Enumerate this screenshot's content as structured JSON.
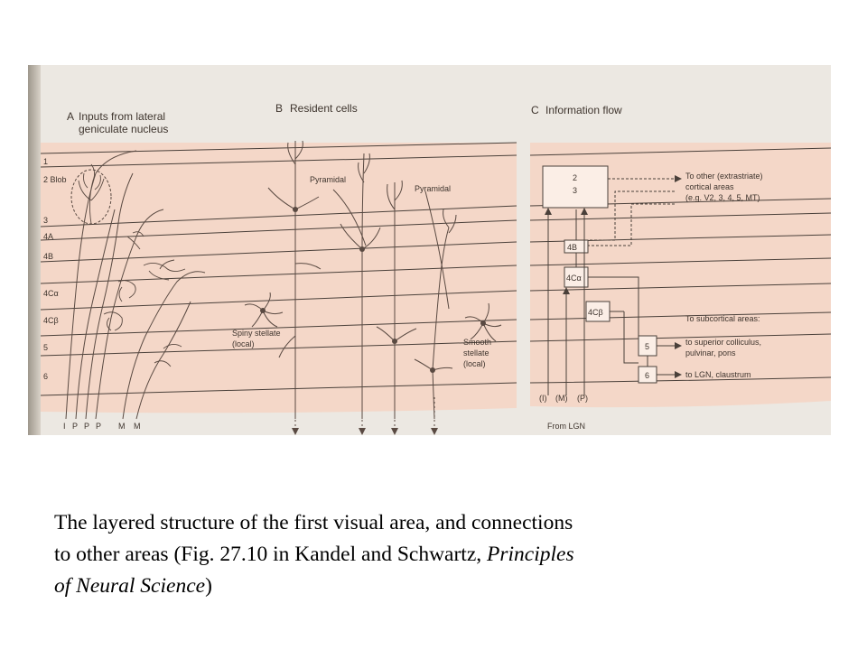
{
  "figure": {
    "panel_a": {
      "letter": "A",
      "title_line1": "Inputs from lateral",
      "title_line2": "geniculate nucleus",
      "bottom_labels": [
        "I",
        "P",
        "P",
        "P",
        "M",
        "M"
      ]
    },
    "panel_b": {
      "letter": "B",
      "title": "Resident cells",
      "cells": {
        "pyramidal_1": "Pyramidal",
        "pyramidal_2": "Pyramidal",
        "spiny_line1": "Spiny stellate",
        "spiny_line2": "(local)",
        "smooth_line1": "Smooth",
        "smooth_line2": "stellate",
        "smooth_line3": "(local)"
      }
    },
    "panel_c": {
      "letter": "C",
      "title": "Information flow",
      "boxes": {
        "box_23_line1": "2",
        "box_23_line2": "3",
        "box_4b": "4B",
        "box_4ca": "4Cα",
        "box_4cb": "4Cβ",
        "box_5": "5",
        "box_6": "6"
      },
      "targets": {
        "extra_line1": "To other (extrastriate)",
        "extra_line2": "cortical areas",
        "extra_line3": "(e.g. V2, 3, 4, 5, MT)",
        "subcortical": "To subcortical areas:",
        "superior_line1": "to superior colliculus,",
        "superior_line2": "pulvinar, pons",
        "lgn": "to LGN, claustrum"
      },
      "inputs": [
        "(I)",
        "(M)",
        "(P)"
      ],
      "from": "From LGN"
    },
    "layers": [
      "1",
      "2 Blob",
      "3",
      "4A",
      "4B",
      "4Cα",
      "4Cβ",
      "5",
      "6"
    ]
  },
  "caption": {
    "line1": "The layered structure of the first visual area, and connections",
    "line2": "to other areas (Fig. 27.10 in Kandel and Schwartz, ",
    "line2_italic": "Principles",
    "line3_italic": "of Neural Science",
    "line3_end": ")"
  }
}
